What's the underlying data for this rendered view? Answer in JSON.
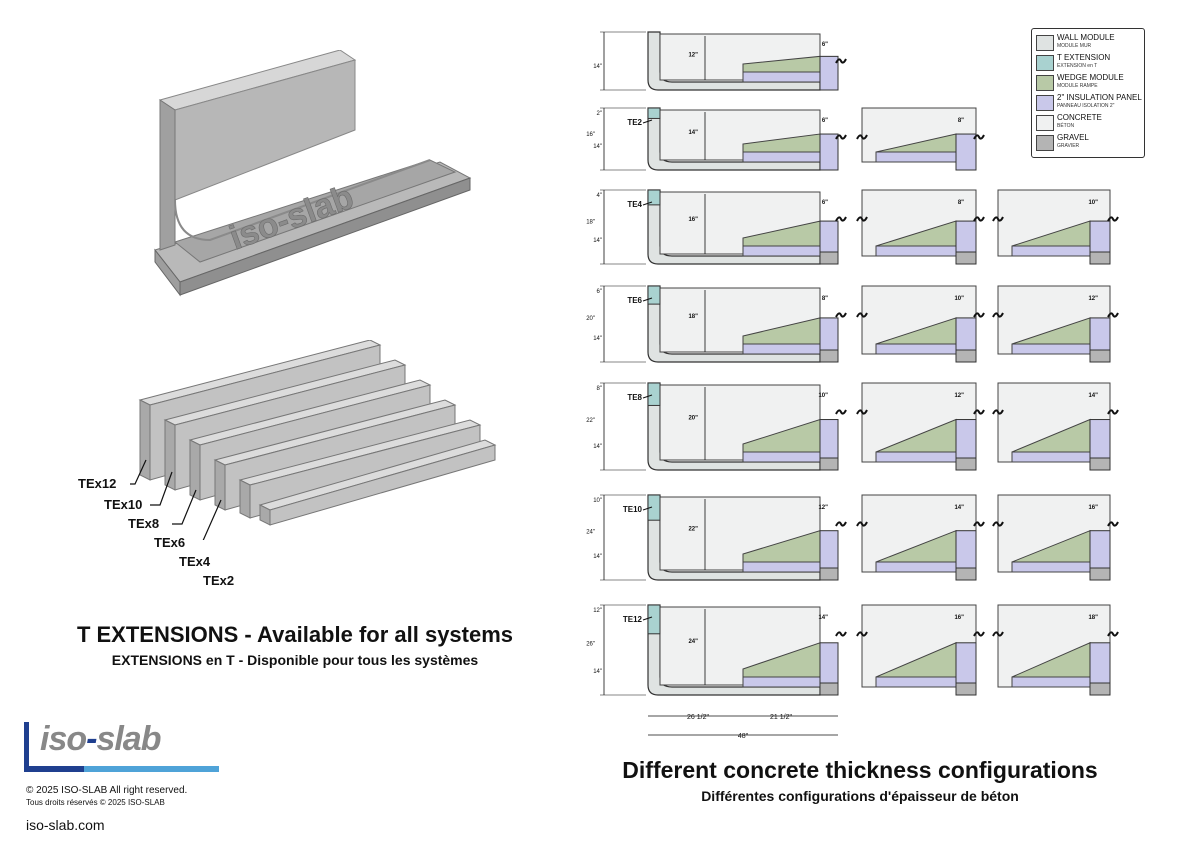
{
  "title": "T EXTENSIONS - Available for all systems",
  "subtitle": "EXTENSIONS en T  -  Disponible pour tous les systèmes",
  "configs_title": "Different concrete thickness configurations",
  "configs_subtitle": "Différentes configurations d'épaisseur de béton",
  "logo": {
    "text_iso": "iso",
    "text_dash": "-",
    "text_slab": "slab"
  },
  "copyright": "© 2025 ISO-SLAB All right reserved.",
  "copyright_fr": "Tous droits réservés © 2025 ISO-SLAB",
  "website": "iso-slab.com",
  "extensions": [
    "TEx12",
    "TEx10",
    "TEx8",
    "TEx6",
    "TEx4",
    "TEx2"
  ],
  "legend": [
    {
      "en": "WALL MODULE",
      "fr": "MODULE MUR",
      "color": "#dfe3e2"
    },
    {
      "en": "T EXTENSION",
      "fr": "EXTENSION en T",
      "color": "#a9d2d0"
    },
    {
      "en": "WEDGE MODULE",
      "fr": "MODULE RAMPE",
      "color": "#b8c9a6"
    },
    {
      "en": "2\" INSULATION PANEL",
      "fr": "PANNEAU ISOLATION 2\"",
      "color": "#c9c8ea"
    },
    {
      "en": "CONCRETE",
      "fr": "BÉTON",
      "color": "#f0f1f1"
    },
    {
      "en": "GRAVEL",
      "fr": "GRAVIER",
      "color": "#b4b4b4"
    }
  ],
  "rows": [
    {
      "te": "",
      "wall": "14\"",
      "top": "",
      "total": "",
      "thick": [
        "12\""
      ],
      "depth": [
        "6\""
      ]
    },
    {
      "te": "TE2",
      "wall": "14\"",
      "top": "2\"",
      "total": "16\"",
      "thick": [
        "14\""
      ],
      "depth": [
        "6\"",
        "8\""
      ]
    },
    {
      "te": "TE4",
      "wall": "14\"",
      "top": "4\"",
      "total": "18\"",
      "thick": [
        "16\""
      ],
      "depth": [
        "6\"",
        "8\"",
        "10\""
      ]
    },
    {
      "te": "TE6",
      "wall": "14\"",
      "top": "6\"",
      "total": "20\"",
      "thick": [
        "18\""
      ],
      "depth": [
        "8\"",
        "10\"",
        "12\""
      ]
    },
    {
      "te": "TE8",
      "wall": "14\"",
      "top": "8\"",
      "total": "22\"",
      "thick": [
        "20\""
      ],
      "depth": [
        "10\"",
        "12\"",
        "14\""
      ]
    },
    {
      "te": "TE10",
      "wall": "14\"",
      "top": "10\"",
      "total": "24\"",
      "thick": [
        "22\""
      ],
      "depth": [
        "12\"",
        "14\"",
        "16\""
      ]
    },
    {
      "te": "TE12",
      "wall": "14\"",
      "top": "12\"",
      "total": "26\"",
      "thick": [
        "24\""
      ],
      "depth": [
        "14\"",
        "16\"",
        "18\""
      ]
    }
  ],
  "dims": {
    "left": "26 1/2\"",
    "right": "21 1/2\"",
    "total": "48\""
  }
}
